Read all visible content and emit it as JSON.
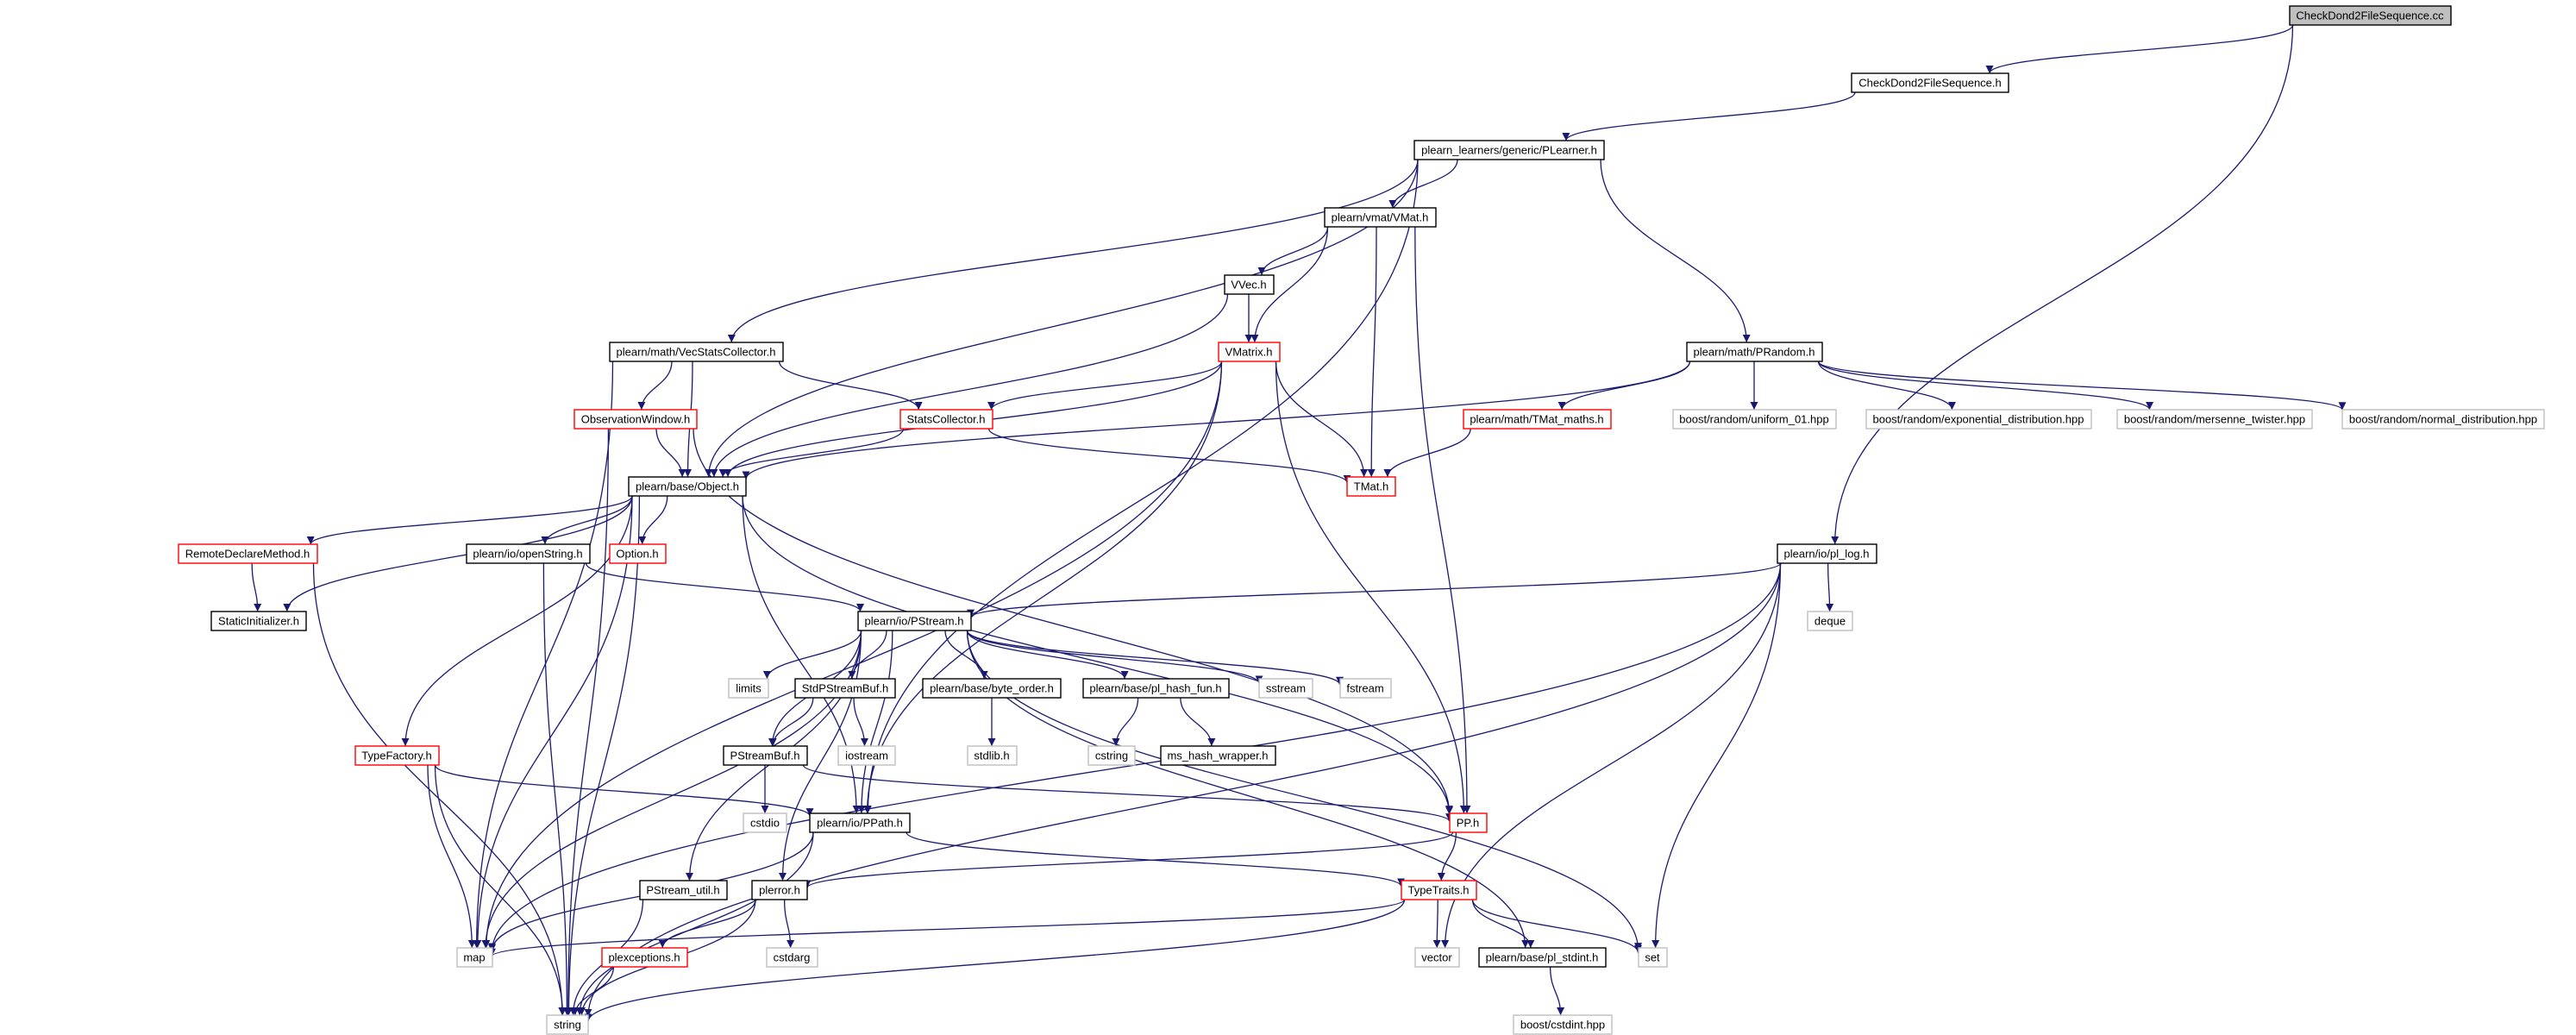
{
  "colors": {
    "edge": "#191970",
    "border_default": "#000000",
    "border_red": "#ff0000",
    "border_gray": "#bfbfbf",
    "fill_root": "#bfbfbf",
    "fill_default": "#ffffff"
  },
  "nodes": [
    {
      "id": "root",
      "label": "CheckDond2FileSequence.cc",
      "style": "root"
    },
    {
      "id": "cdh",
      "label": "CheckDond2FileSequence.h",
      "style": "black"
    },
    {
      "id": "plearner",
      "label": "plearn_learners/generic/PLearner.h",
      "style": "black"
    },
    {
      "id": "vmat",
      "label": "plearn/vmat/VMat.h",
      "style": "black"
    },
    {
      "id": "vvec",
      "label": "VVec.h",
      "style": "black"
    },
    {
      "id": "vecstats",
      "label": "plearn/math/VecStatsCollector.h",
      "style": "black"
    },
    {
      "id": "vmatrix",
      "label": "VMatrix.h",
      "style": "red"
    },
    {
      "id": "prandom",
      "label": "plearn/math/PRandom.h",
      "style": "black"
    },
    {
      "id": "obswin",
      "label": "ObservationWindow.h",
      "style": "red"
    },
    {
      "id": "statscol",
      "label": "StatsCollector.h",
      "style": "red"
    },
    {
      "id": "tmatmaths",
      "label": "plearn/math/TMat_maths.h",
      "style": "red"
    },
    {
      "id": "uniform",
      "label": "boost/random/uniform_01.hpp",
      "style": "gray"
    },
    {
      "id": "expdist",
      "label": "boost/random/exponential_distribution.hpp",
      "style": "gray"
    },
    {
      "id": "mersenne",
      "label": "boost/random/mersenne_twister.hpp",
      "style": "gray"
    },
    {
      "id": "normdist",
      "label": "boost/random/normal_distribution.hpp",
      "style": "gray"
    },
    {
      "id": "object",
      "label": "plearn/base/Object.h",
      "style": "black"
    },
    {
      "id": "tmat",
      "label": "TMat.h",
      "style": "red"
    },
    {
      "id": "pllog",
      "label": "plearn/io/pl_log.h",
      "style": "black"
    },
    {
      "id": "remote",
      "label": "RemoteDeclareMethod.h",
      "style": "red"
    },
    {
      "id": "openstr",
      "label": "plearn/io/openString.h",
      "style": "black"
    },
    {
      "id": "option",
      "label": "Option.h",
      "style": "red"
    },
    {
      "id": "deque",
      "label": "deque",
      "style": "gray"
    },
    {
      "id": "staticinit",
      "label": "StaticInitializer.h",
      "style": "black"
    },
    {
      "id": "pstream",
      "label": "plearn/io/PStream.h",
      "style": "black"
    },
    {
      "id": "limits",
      "label": "limits",
      "style": "gray"
    },
    {
      "id": "stdpsbuf",
      "label": "StdPStreamBuf.h",
      "style": "black"
    },
    {
      "id": "byteorder",
      "label": "plearn/base/byte_order.h",
      "style": "black"
    },
    {
      "id": "hashfun",
      "label": "plearn/base/pl_hash_fun.h",
      "style": "black"
    },
    {
      "id": "sstream",
      "label": "sstream",
      "style": "gray"
    },
    {
      "id": "fstream",
      "label": "fstream",
      "style": "gray"
    },
    {
      "id": "iostream",
      "label": "iostream",
      "style": "gray"
    },
    {
      "id": "stdlib",
      "label": "stdlib.h",
      "style": "gray"
    },
    {
      "id": "cstring",
      "label": "cstring",
      "style": "gray"
    },
    {
      "id": "mshash",
      "label": "ms_hash_wrapper.h",
      "style": "black"
    },
    {
      "id": "typefactory",
      "label": "TypeFactory.h",
      "style": "red"
    },
    {
      "id": "psbuf",
      "label": "PStreamBuf.h",
      "style": "black"
    },
    {
      "id": "cstdio",
      "label": "cstdio",
      "style": "gray"
    },
    {
      "id": "ppath",
      "label": "plearn/io/PPath.h",
      "style": "black"
    },
    {
      "id": "pph",
      "label": "PP.h",
      "style": "red"
    },
    {
      "id": "psutil",
      "label": "PStream_util.h",
      "style": "black"
    },
    {
      "id": "plerror",
      "label": "plerror.h",
      "style": "black"
    },
    {
      "id": "typetraits",
      "label": "TypeTraits.h",
      "style": "red"
    },
    {
      "id": "map",
      "label": "map",
      "style": "gray"
    },
    {
      "id": "plexc",
      "label": "plexceptions.h",
      "style": "red"
    },
    {
      "id": "cstdarg",
      "label": "cstdarg",
      "style": "gray"
    },
    {
      "id": "vector",
      "label": "vector",
      "style": "gray"
    },
    {
      "id": "plstdint",
      "label": "plearn/base/pl_stdint.h",
      "style": "black"
    },
    {
      "id": "set",
      "label": "set",
      "style": "gray"
    },
    {
      "id": "string",
      "label": "string",
      "style": "gray"
    },
    {
      "id": "cstdint",
      "label": "boost/cstdint.hpp",
      "style": "gray"
    }
  ],
  "edges": [
    [
      "root",
      "cdh"
    ],
    [
      "root",
      "pllog"
    ],
    [
      "cdh",
      "plearner"
    ],
    [
      "plearner",
      "vecstats"
    ],
    [
      "plearner",
      "object"
    ],
    [
      "plearner",
      "vmat"
    ],
    [
      "plearner",
      "ppath"
    ],
    [
      "plearner",
      "prandom"
    ],
    [
      "vmat",
      "vvec"
    ],
    [
      "vmat",
      "vmatrix"
    ],
    [
      "vmat",
      "tmat"
    ],
    [
      "vmat",
      "pph"
    ],
    [
      "vvec",
      "vmatrix"
    ],
    [
      "vvec",
      "object"
    ],
    [
      "vecstats",
      "map"
    ],
    [
      "vecstats",
      "obswin"
    ],
    [
      "vecstats",
      "object"
    ],
    [
      "vecstats",
      "statscol"
    ],
    [
      "vmatrix",
      "statscol"
    ],
    [
      "vmatrix",
      "object"
    ],
    [
      "vmatrix",
      "map"
    ],
    [
      "vmatrix",
      "tmat"
    ],
    [
      "vmatrix",
      "ppath"
    ],
    [
      "vmatrix",
      "pph"
    ],
    [
      "prandom",
      "object"
    ],
    [
      "prandom",
      "tmatmaths"
    ],
    [
      "prandom",
      "uniform"
    ],
    [
      "prandom",
      "expdist"
    ],
    [
      "prandom",
      "mersenne"
    ],
    [
      "prandom",
      "normdist"
    ],
    [
      "obswin",
      "string"
    ],
    [
      "obswin",
      "object"
    ],
    [
      "obswin",
      "pph"
    ],
    [
      "statscol",
      "object"
    ],
    [
      "statscol",
      "tmat"
    ],
    [
      "tmatmaths",
      "tmat"
    ],
    [
      "object",
      "string"
    ],
    [
      "object",
      "remote"
    ],
    [
      "object",
      "staticinit"
    ],
    [
      "object",
      "typefactory"
    ],
    [
      "object",
      "map"
    ],
    [
      "object",
      "openstr"
    ],
    [
      "object",
      "option"
    ],
    [
      "object",
      "ppath"
    ],
    [
      "object",
      "pph"
    ],
    [
      "remote",
      "staticinit"
    ],
    [
      "remote",
      "string"
    ],
    [
      "openstr",
      "string"
    ],
    [
      "openstr",
      "pstream"
    ],
    [
      "pllog",
      "map"
    ],
    [
      "pllog",
      "pstream"
    ],
    [
      "pllog",
      "deque"
    ],
    [
      "pllog",
      "string"
    ],
    [
      "pllog",
      "vector"
    ],
    [
      "pllog",
      "set"
    ],
    [
      "pstream",
      "map"
    ],
    [
      "pstream",
      "limits"
    ],
    [
      "pstream",
      "stdpsbuf"
    ],
    [
      "pstream",
      "byteorder"
    ],
    [
      "pstream",
      "hashfun"
    ],
    [
      "pstream",
      "sstream"
    ],
    [
      "pstream",
      "fstream"
    ],
    [
      "pstream",
      "psbuf"
    ],
    [
      "pstream",
      "ppath"
    ],
    [
      "pstream",
      "psutil"
    ],
    [
      "pstream",
      "plerror"
    ],
    [
      "pstream",
      "plstdint"
    ],
    [
      "pstream",
      "set"
    ],
    [
      "stdpsbuf",
      "psbuf"
    ],
    [
      "stdpsbuf",
      "iostream"
    ],
    [
      "byteorder",
      "stdlib"
    ],
    [
      "hashfun",
      "cstring"
    ],
    [
      "hashfun",
      "mshash"
    ],
    [
      "typefactory",
      "map"
    ],
    [
      "typefactory",
      "string"
    ],
    [
      "typefactory",
      "ppath"
    ],
    [
      "psbuf",
      "cstdio"
    ],
    [
      "psbuf",
      "pph"
    ],
    [
      "ppath",
      "map"
    ],
    [
      "ppath",
      "string"
    ],
    [
      "ppath",
      "typetraits"
    ],
    [
      "pph",
      "plerror"
    ],
    [
      "pph",
      "typetraits"
    ],
    [
      "psutil",
      "string"
    ],
    [
      "plerror",
      "plexc"
    ],
    [
      "plerror",
      "cstdarg"
    ],
    [
      "plerror",
      "string"
    ],
    [
      "typetraits",
      "map"
    ],
    [
      "typetraits",
      "string"
    ],
    [
      "typetraits",
      "vector"
    ],
    [
      "typetraits",
      "plstdint"
    ],
    [
      "typetraits",
      "set"
    ],
    [
      "plexc",
      "string"
    ],
    [
      "plstdint",
      "cstdint"
    ]
  ]
}
